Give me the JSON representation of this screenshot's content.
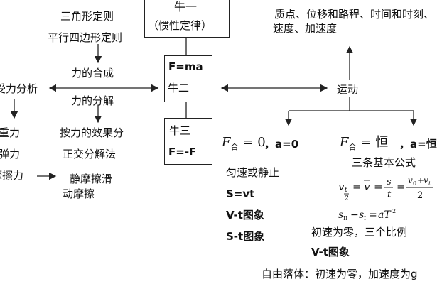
{
  "left": {
    "triangle_rule": "三角形定则",
    "parallelogram_rule": "平行四边形定则",
    "force_composition": "力的合成",
    "force_analysis": "受力分析",
    "force_decomposition": "力的分解",
    "gravity": "重力",
    "elastic": "弹力",
    "friction": "摩擦力",
    "by_effect": "按力的效果分",
    "orthogonal": "正交分解法",
    "static_friction": "静摩擦滑",
    "kinetic_friction": "动摩擦"
  },
  "center": {
    "law1_title": "牛一",
    "law1_sub": "（惯性定律）",
    "law2_formula": "F=ma",
    "law2_title": "牛二",
    "law3_title": "牛三",
    "law3_formula": "F=-F"
  },
  "right": {
    "concepts_line1": "质点、位移和路程、时间和时刻、",
    "concepts_line2": "速度、加速度",
    "motion": "运动",
    "f_symbol": "F",
    "f_sub": "合",
    "zero_rhs": "= 0",
    "zero_a": "，a=0",
    "const_rhs": "= 恒",
    "const_a": "，a=恒",
    "uniform_or_rest": "匀速或静止",
    "s_vt": "S=vt",
    "vt_graph_1": "V-t图象",
    "st_graph": "S-t图象",
    "three_formulas": "三条基本公式",
    "initial_zero": "初速为零，三个比例",
    "vt_graph_2": "V-t图象",
    "free_fall": "自由落体：初速为零，加速度为g"
  }
}
